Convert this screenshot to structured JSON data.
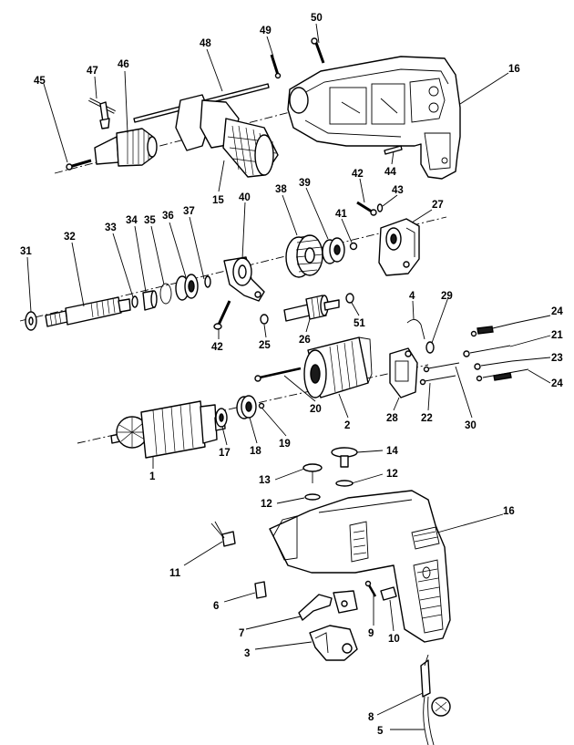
{
  "diagram": {
    "labels": [
      "50",
      "49",
      "48",
      "47",
      "46",
      "45",
      "16",
      "44",
      "42",
      "43",
      "27",
      "15",
      "40",
      "41",
      "38",
      "39",
      "37",
      "36",
      "35",
      "34",
      "33",
      "32",
      "31",
      "42",
      "25",
      "26",
      "51",
      "4",
      "29",
      "24",
      "21",
      "23",
      "24",
      "22",
      "30",
      "28",
      "2",
      "20",
      "19",
      "18",
      "17",
      "1",
      "14",
      "13",
      "12",
      "12",
      "16",
      "11",
      "6",
      "7",
      "9",
      "10",
      "3",
      "8",
      "5"
    ]
  }
}
